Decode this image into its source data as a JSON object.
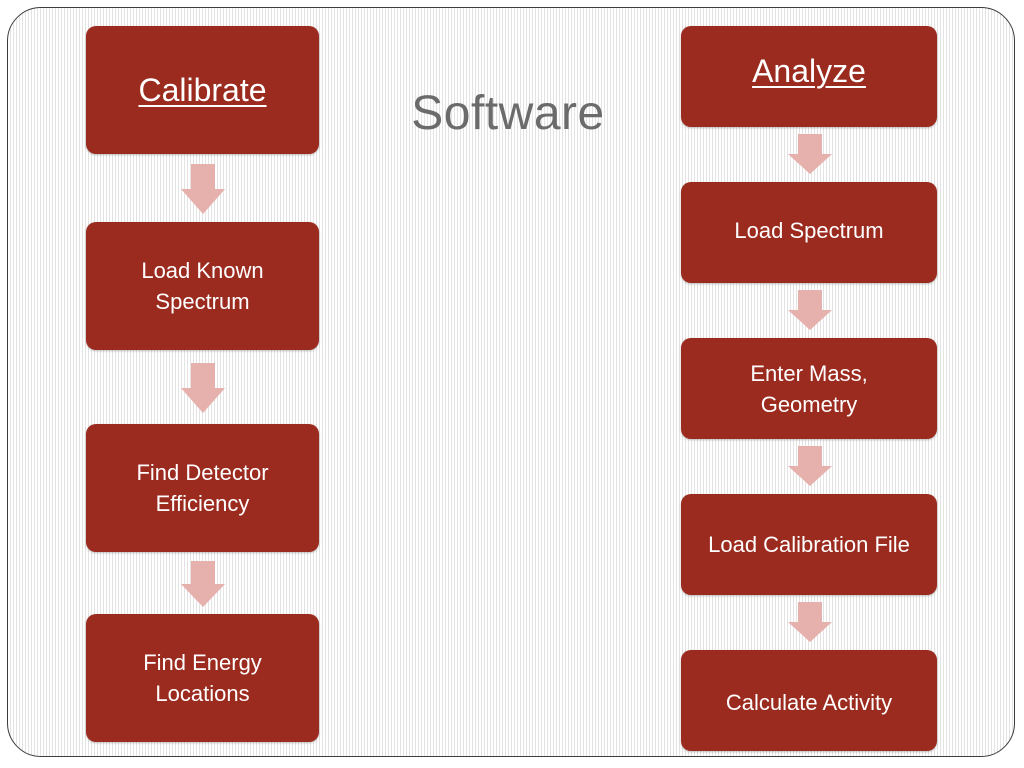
{
  "slide": {
    "title": "Software"
  },
  "calibrate": {
    "steps": [
      "Calibrate",
      "Load Known Spectrum",
      "Find Detector Efficiency",
      "Find Energy Locations"
    ]
  },
  "analyze": {
    "steps": [
      "Analyze",
      "Load Spectrum",
      "Enter Mass, Geometry",
      "Load Calibration File",
      "Calculate Activity"
    ]
  },
  "colors": {
    "box": "#9b2a1f",
    "arrow": "#e6b0ad",
    "title": "#6b6b6b"
  }
}
